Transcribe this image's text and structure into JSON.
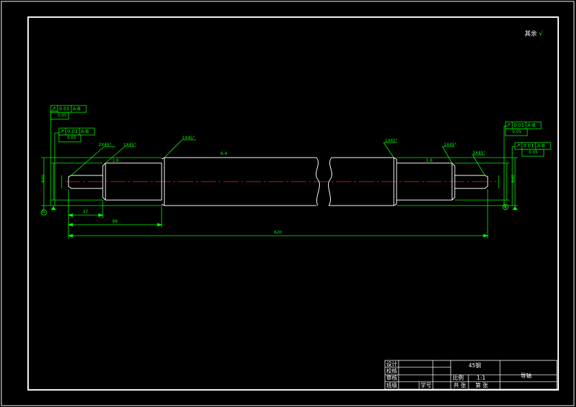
{
  "roughness": {
    "label": "其余",
    "symbol": "√"
  },
  "tolerances": {
    "left_top": {
      "symbol": "↗",
      "value": "0.01",
      "datum": "A-B",
      "sub": "0.05"
    },
    "left_mid": {
      "symbol": "↗",
      "value": "0.01",
      "datum": "A-B",
      "sub": "0.05"
    },
    "right_top": {
      "symbol": "↗",
      "value": "0.01",
      "datum": "A-B",
      "sub": "0.05"
    },
    "right_mid": {
      "symbol": "↗",
      "value": "0.01",
      "datum": "A-B",
      "sub": "0.05"
    }
  },
  "chamfers": {
    "left_outer": "2X45°",
    "left_step": "1X45°",
    "left_body": "1X45°",
    "right_body": "1X45°",
    "right_step": "1X45°",
    "right_outer": "2X45°"
  },
  "surface_marks": {
    "body": "6.4",
    "left": "1.6",
    "right": "1.6"
  },
  "dimensions": {
    "left_dia": "Φ40",
    "right_dia": "Φ40",
    "len_short": "37",
    "len_mid": "99",
    "len_total": "620"
  },
  "datums": {
    "left": "A",
    "right": "B"
  },
  "title_block": {
    "row1": "设计",
    "row2": "校核",
    "row3": "审核",
    "row4": "班级",
    "student_no": "学号",
    "material": "45钢",
    "scale_label": "比例",
    "scale_value": "1:1",
    "part_name": "导轴",
    "sheets_total": "共  张",
    "sheet_no": "第  张"
  }
}
